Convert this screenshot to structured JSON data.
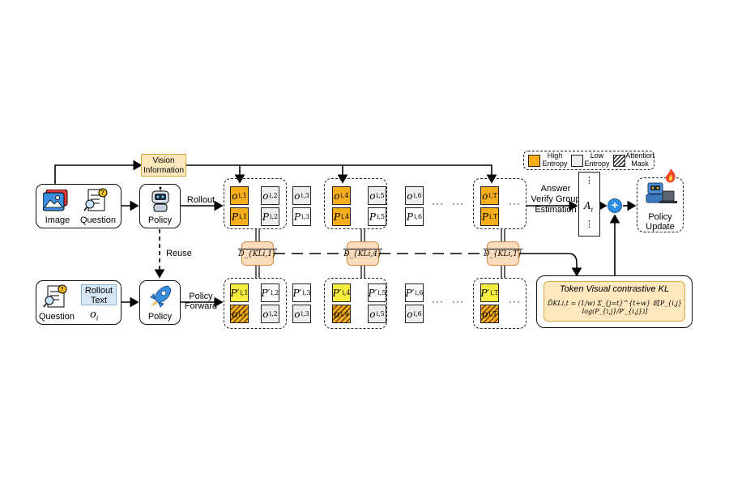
{
  "inputs_top": {
    "image_label": "Image",
    "question_label": "Question"
  },
  "inputs_bottom": {
    "question_label": "Question",
    "rollout_text_label": "Rollout Text",
    "o_label": "o",
    "o_sub": "i"
  },
  "vision_information": "Vision Information",
  "policy_label": "Policy",
  "rollout_label": "Rollout",
  "reuse_label": "Reuse",
  "policy_forward_label": "Policy Forward",
  "answer_label": "Answer Verify Group Estimation",
  "advantage": {
    "a": "A",
    "sub": "i",
    "dots": "⋮"
  },
  "policy_update_label": "Policy Update",
  "legend": {
    "high_entropy": "High Entropy",
    "low_entropy": "Low Entropy",
    "attention_mask": "Attention Mask"
  },
  "top_tokens": {
    "o": [
      "o",
      "o",
      "o",
      "o",
      "o",
      "o",
      "o"
    ],
    "o_subs": [
      "i,1",
      "i,2",
      "i,3",
      "i,4",
      "i,5",
      "i,6",
      "i,T"
    ],
    "p": [
      "P",
      "P",
      "P",
      "P",
      "P",
      "P",
      "P"
    ],
    "p_subs": [
      "i,1",
      "i,2",
      "i,3",
      "i,4",
      "i,5",
      "i,6",
      "i,T"
    ]
  },
  "bottom_tokens": {
    "p": [
      "P′",
      "P′",
      "P′",
      "P′",
      "P′",
      "P′",
      "P′"
    ],
    "p_subs": [
      "i,1",
      "i,2",
      "i,3",
      "i,4",
      "i,5",
      "i,6",
      "i,T"
    ],
    "o": [
      "o",
      "o",
      "o",
      "o",
      "o",
      "o",
      "o"
    ],
    "o_subs": [
      "i,1",
      "i,2",
      "i,3",
      "i,4",
      "i,5",
      "i,6",
      "i,T"
    ]
  },
  "kl_labels": [
    "D_{KLi,1}",
    "D_{KLi,4}",
    "D_{KLi,T}"
  ],
  "ellipsis": "···",
  "formula_panel": {
    "title": "Token Visual contrastive KL",
    "formula": "D̄KLi,t = (1/w) Σ_{j=t}^{t+w} 𝔼[P_{i,j} log(P_{i,j}/P′_{i,j})]"
  },
  "colors": {
    "high_entropy": "#f6ae1c",
    "low_entropy": "#eeeeee",
    "kl_fill": "#fbdcbc",
    "vision_fill": "#fde7bd",
    "plus_blue": "#2f8ee0"
  }
}
